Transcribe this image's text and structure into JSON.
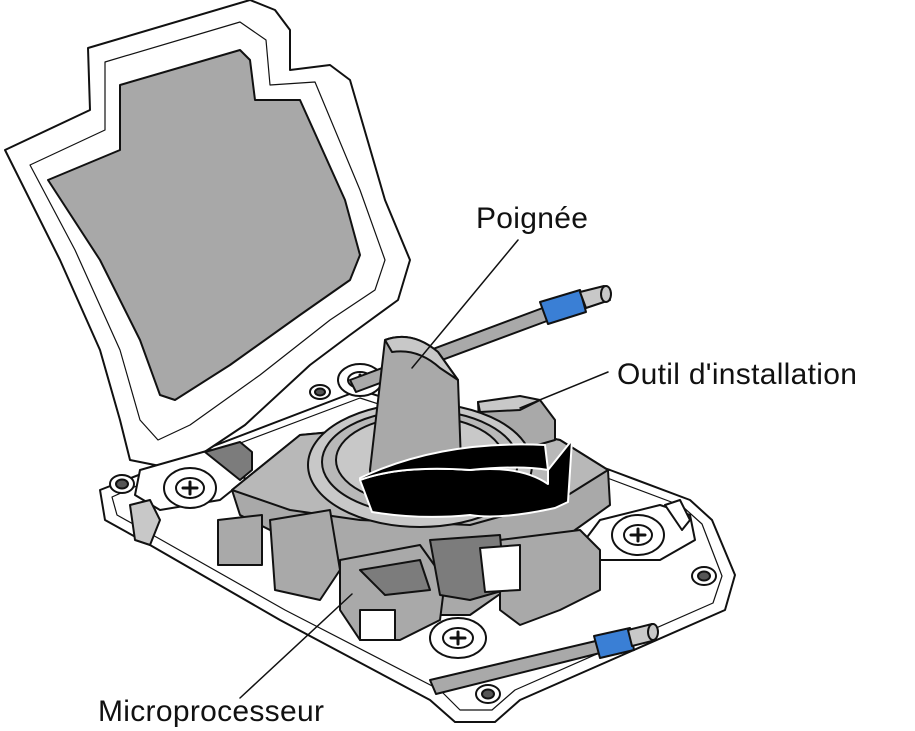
{
  "figure": {
    "callouts": {
      "handle": "Poignée",
      "installation_tool": "Outil d'installation",
      "microprocessor": "Microprocesseur"
    },
    "colors": {
      "line": "#111111",
      "part_gray": "#a9a9a9",
      "part_dark": "#7c7c7c",
      "part_light": "#c8c8c8",
      "pin_blue": "#3a7fd5",
      "arrow": "#000000"
    },
    "icons": [
      "rotation-arrow-icon",
      "screw-icon"
    ]
  }
}
